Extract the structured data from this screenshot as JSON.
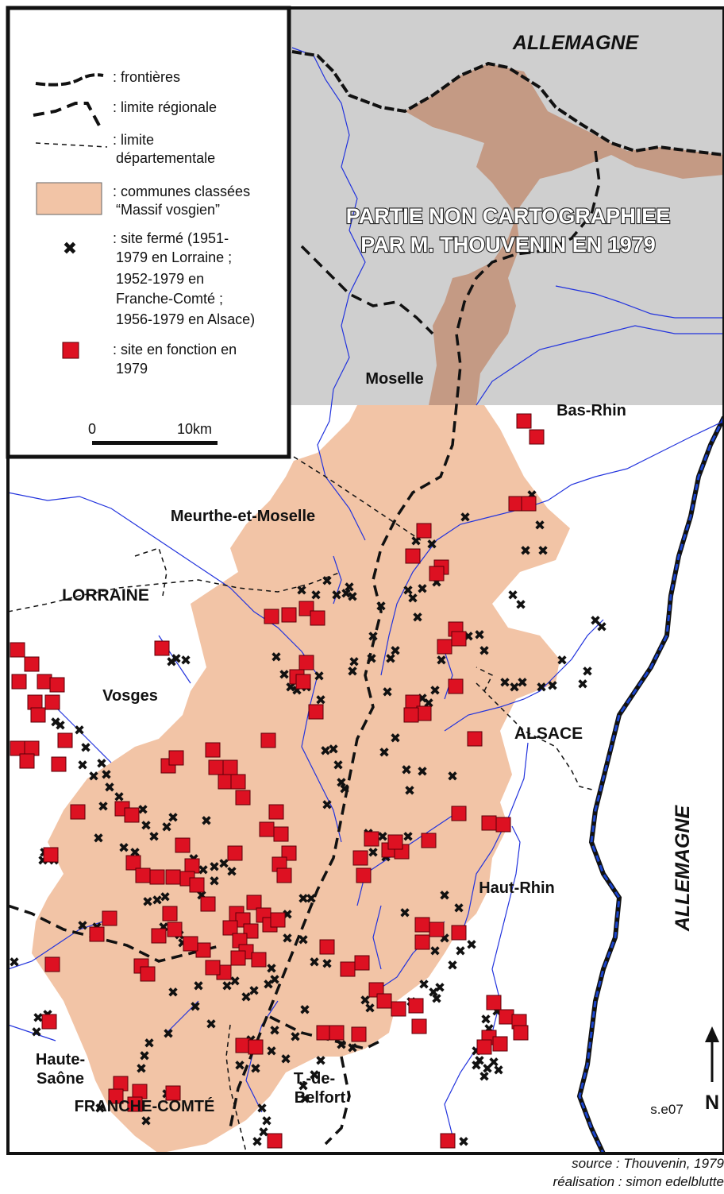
{
  "map": {
    "regions": {
      "allemagne_top": "ALLEMAGNE",
      "allemagne_right": "ALLEMAGNE",
      "lorraine": "LORRAINE",
      "alsace": "ALSACE",
      "franche_comte": "FRANCHE-COMTÉ"
    },
    "departments": {
      "moselle": "Moselle",
      "bas_rhin": "Bas-Rhin",
      "meurthe_et_moselle": "Meurthe-et-Moselle",
      "vosges": "Vosges",
      "haut_rhin": "Haut-Rhin",
      "haute_saone_1": "Haute-",
      "haute_saone_2": "Saône",
      "belfort_1": "T.-de-",
      "belfort_2": "Belfort"
    },
    "unmapped_area": {
      "line1": "PARTIE NON CARTOGRAPHIEE",
      "line2": "PAR M. THOUVENIN EN 1979"
    },
    "north_label": "N",
    "code": "s.e07",
    "colors": {
      "massif": "#f2c4a6",
      "massif_in_grey": "#c49a84",
      "grey_area": "#cfcfcf",
      "river": "#2233dd",
      "open_site": "#dd1122",
      "closed_site": "#111111",
      "rhine_border": "#1a44cc"
    }
  },
  "legend": {
    "frontieres": ": frontières",
    "limite_regionale": ": limite régionale",
    "limite_dep_1": ": limite",
    "limite_dep_2": "départementale",
    "communes_1": ": communes classées",
    "communes_2": "“Massif vosgien”",
    "ferme_1": ": site fermé (1951-",
    "ferme_2": "1979 en Lorraine ;",
    "ferme_3": "1952-1979 en",
    "ferme_4": "Franche-Comté ;",
    "ferme_5": "1956-1979 en Alsace)",
    "fonction_1": ": site en fonction en",
    "fonction_2": "1979",
    "scale_zero": "0",
    "scale_ten": "10km"
  },
  "credits": {
    "source": "source : Thouvenin, 1979",
    "realisation": "réalisation : simon edelblutte"
  }
}
